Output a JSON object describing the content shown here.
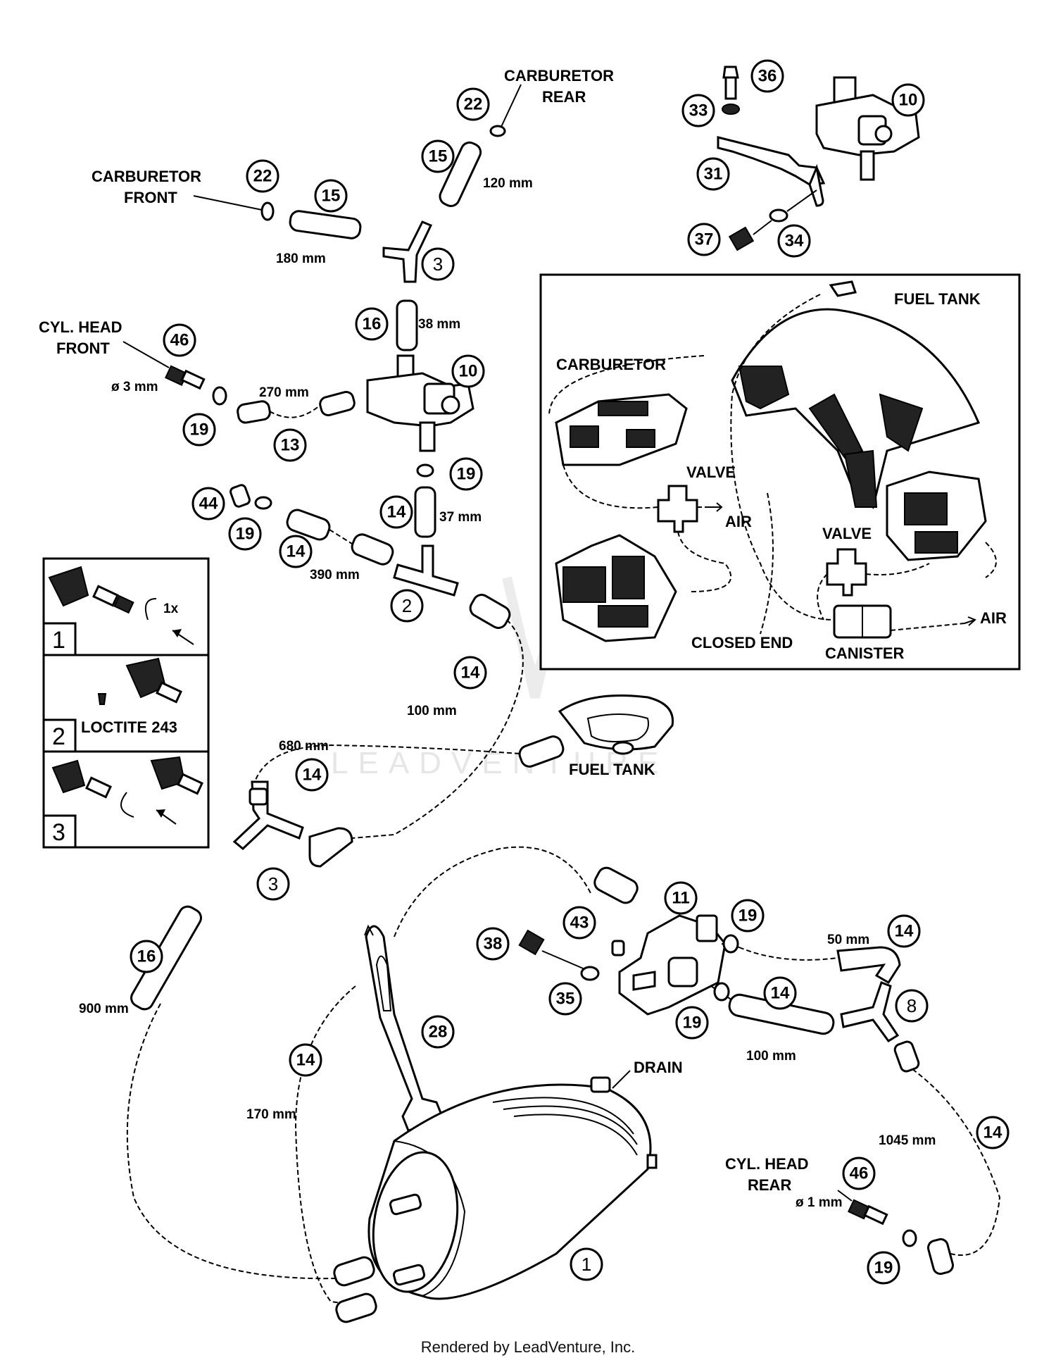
{
  "callouts": [
    {
      "id": "c22a",
      "num": "22"
    },
    {
      "id": "c15a",
      "num": "15"
    },
    {
      "id": "c22b",
      "num": "22"
    },
    {
      "id": "c15b",
      "num": "15"
    },
    {
      "id": "c3a",
      "num": "3"
    },
    {
      "id": "c16a",
      "num": "16"
    },
    {
      "id": "c46a",
      "num": "46"
    },
    {
      "id": "c10a",
      "num": "10"
    },
    {
      "id": "c19a",
      "num": "19"
    },
    {
      "id": "c13",
      "num": "13"
    },
    {
      "id": "c19b",
      "num": "19"
    },
    {
      "id": "c44",
      "num": "44"
    },
    {
      "id": "c19c",
      "num": "19"
    },
    {
      "id": "c14a",
      "num": "14"
    },
    {
      "id": "c14b",
      "num": "14"
    },
    {
      "id": "c2",
      "num": "2"
    },
    {
      "id": "c14c",
      "num": "14"
    },
    {
      "id": "c14d",
      "num": "14"
    },
    {
      "id": "c3b",
      "num": "3"
    },
    {
      "id": "c16b",
      "num": "16"
    },
    {
      "id": "c14e",
      "num": "14"
    },
    {
      "id": "c28",
      "num": "28"
    },
    {
      "id": "c11",
      "num": "11"
    },
    {
      "id": "c43",
      "num": "43"
    },
    {
      "id": "c38",
      "num": "38"
    },
    {
      "id": "c35",
      "num": "35"
    },
    {
      "id": "c19d",
      "num": "19"
    },
    {
      "id": "c14f",
      "num": "14"
    },
    {
      "id": "c14g",
      "num": "14"
    },
    {
      "id": "c19e",
      "num": "19"
    },
    {
      "id": "c8",
      "num": "8"
    },
    {
      "id": "c14h",
      "num": "14"
    },
    {
      "id": "c46b",
      "num": "46"
    },
    {
      "id": "c19f",
      "num": "19"
    },
    {
      "id": "c1",
      "num": "1"
    },
    {
      "id": "c36",
      "num": "36"
    },
    {
      "id": "c10b",
      "num": "10"
    },
    {
      "id": "c33",
      "num": "33"
    },
    {
      "id": "c31",
      "num": "31"
    },
    {
      "id": "c37",
      "num": "37"
    },
    {
      "id": "c34",
      "num": "34"
    }
  ],
  "labels": {
    "carb_rear_1": "CARBURETOR",
    "carb_rear_2": "REAR",
    "carb_front_1": "CARBURETOR",
    "carb_front_2": "FRONT",
    "cyl_head_front_1": "CYL. HEAD",
    "cyl_head_front_2": "FRONT",
    "cyl_head_rear_1": "CYL. HEAD",
    "cyl_head_rear_2": "REAR",
    "fuel_tank": "FUEL TANK",
    "drain": "DRAIN"
  },
  "dimensions": {
    "d120": "120 mm",
    "d180": "180 mm",
    "d38": "38 mm",
    "d270": "270 mm",
    "dia3": "ø 3 mm",
    "d37": "37 mm",
    "d390": "390 mm",
    "d100a": "100 mm",
    "d680": "680 mm",
    "d900": "900 mm",
    "d170": "170 mm",
    "d50": "50 mm",
    "d100b": "100 mm",
    "d1045": "1045 mm",
    "dia1": "ø 1 mm"
  },
  "inset": {
    "fuel_tank": "FUEL TANK",
    "carburetor": "CARBURETOR",
    "valve_1": "VALVE",
    "air_1": "AIR",
    "valve_2": "VALVE",
    "closed_end": "CLOSED END",
    "canister": "CANISTER",
    "air_2": "AIR"
  },
  "steps": {
    "s1": "1",
    "s1_text": "1x",
    "s2": "2",
    "s2_text": "LOCTITE 243",
    "s3": "3"
  },
  "watermark": "LEADVENTURE",
  "footer": "Rendered by LeadVenture, Inc."
}
